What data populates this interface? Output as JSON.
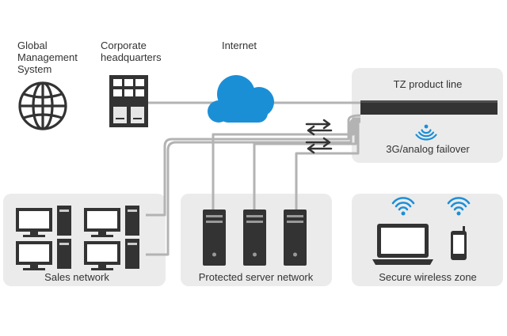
{
  "labels": {
    "global_management_system": "Global\nManagement\nSystem",
    "corporate_headquarters": "Corporate\nheadquarters",
    "internet": "Internet",
    "tz_product_line": "TZ product line",
    "failover": "3G/analog failover",
    "sales_network": "Sales network",
    "protected_server_network": "Protected server network",
    "secure_wireless_zone": "Secure wireless zone"
  },
  "icons": [
    "globe-icon",
    "building-icon",
    "cloud-icon",
    "firewall-appliance-icon",
    "wireless-signal-icon",
    "data-exchange-icon",
    "desktop-computer-icon",
    "server-icon",
    "laptop-icon",
    "mobile-phone-icon"
  ],
  "colors": {
    "cloud": "#1b8fd6",
    "panel": "#ebebeb",
    "link_line": "#b3b3b3",
    "device_dark": "#333333",
    "wireless": "#1b8fd6"
  }
}
